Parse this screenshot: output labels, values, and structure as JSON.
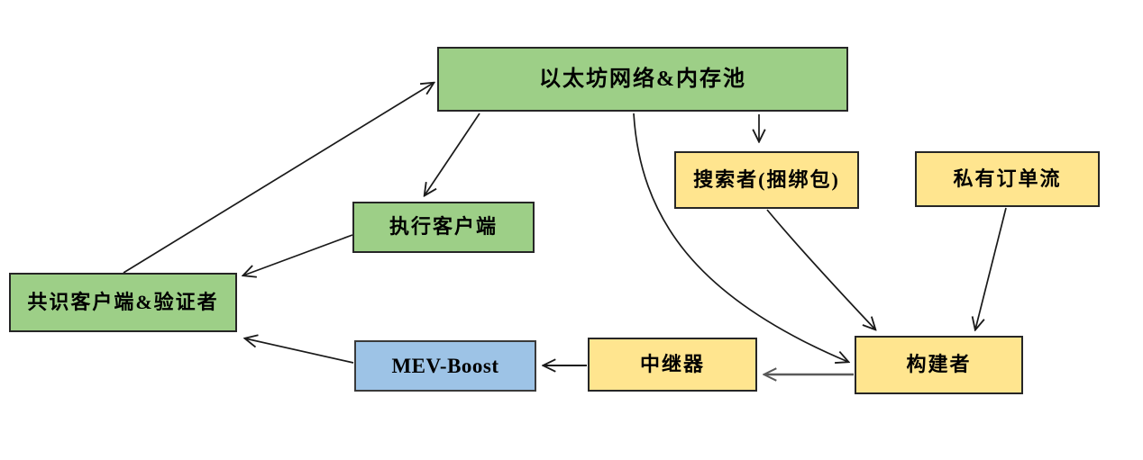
{
  "diagram": {
    "nodes": {
      "ethereum": {
        "label": "以太坊网络&内存池",
        "fill": "#9DCF87",
        "kind": "green"
      },
      "executor": {
        "label": "执行客户端",
        "fill": "#9DCF87",
        "kind": "green"
      },
      "consensus": {
        "label": "共识客户端&验证者",
        "fill": "#9DCF87",
        "kind": "green"
      },
      "searcher": {
        "label": "搜索者(捆绑包)",
        "fill": "#FFE58F",
        "kind": "yellow"
      },
      "private_order_flow": {
        "label": "私有订单流",
        "fill": "#FFE58F",
        "kind": "yellow"
      },
      "mev_boost": {
        "label": "MEV-Boost",
        "fill": "#9DC3E6",
        "kind": "blue"
      },
      "relay": {
        "label": "中继器",
        "fill": "#FFE58F",
        "kind": "yellow"
      },
      "builder": {
        "label": "构建者",
        "fill": "#FFE58F",
        "kind": "yellow"
      }
    },
    "edges": [
      {
        "from": "consensus",
        "to": "ethereum"
      },
      {
        "from": "ethereum",
        "to": "executor"
      },
      {
        "from": "executor",
        "to": "consensus"
      },
      {
        "from": "ethereum",
        "to": "searcher"
      },
      {
        "from": "ethereum",
        "to": "builder"
      },
      {
        "from": "searcher",
        "to": "builder"
      },
      {
        "from": "private_order_flow",
        "to": "builder"
      },
      {
        "from": "builder",
        "to": "relay"
      },
      {
        "from": "relay",
        "to": "mev_boost"
      },
      {
        "from": "mev_boost",
        "to": "consensus"
      }
    ],
    "colors": {
      "box_green": "#9DCF87",
      "box_yellow": "#FFE58F",
      "box_blue": "#9DC3E6",
      "box_border": "#262626",
      "arrow": "#1a1a1a",
      "arrow_gray": "#595959",
      "background": "#FFFFFF",
      "text": "#000000"
    }
  }
}
